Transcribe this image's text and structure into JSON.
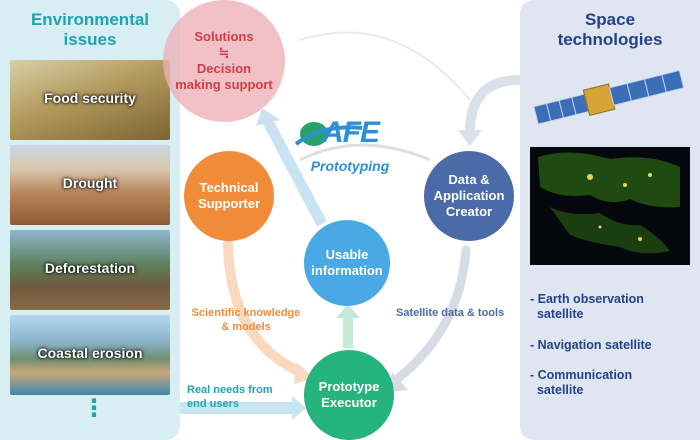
{
  "left_panel": {
    "title": "Environmental\nissues",
    "items": [
      {
        "label": "Food security"
      },
      {
        "label": "Drought"
      },
      {
        "label": "Deforestation"
      },
      {
        "label": "Coastal erosion"
      }
    ],
    "more": "⋮",
    "color": "#1fa2b3"
  },
  "right_panel": {
    "title": "Space\ntechnologies",
    "list": [
      "- Earth observation\n  satellite",
      "- Navigation satellite",
      "- Communication\n  satellite"
    ],
    "color": "#23428a"
  },
  "nodes": {
    "solutions": {
      "text": "Solutions\n≒\nDecision\nmaking support",
      "color": "#eeb0b6"
    },
    "technical_supporter": {
      "text": "Technical\nSupporter",
      "color": "#f08b3a"
    },
    "data_creator": {
      "text": "Data &\nApplication\nCreator",
      "color": "#4a6aa8"
    },
    "usable_information": {
      "text": "Usable\ninformation",
      "color": "#4aa9e4"
    },
    "prototype_executor": {
      "text": "Prototype\nExecutor",
      "color": "#27b37e"
    }
  },
  "edge_labels": {
    "scientific": "Scientific knowledge\n& models",
    "satellite": "Satellite data & tools",
    "real_needs": "Real needs from\nend users"
  },
  "logo": {
    "mark": "AFE",
    "subtitle": "Prototyping",
    "icon": "globe-swoosh-icon"
  }
}
